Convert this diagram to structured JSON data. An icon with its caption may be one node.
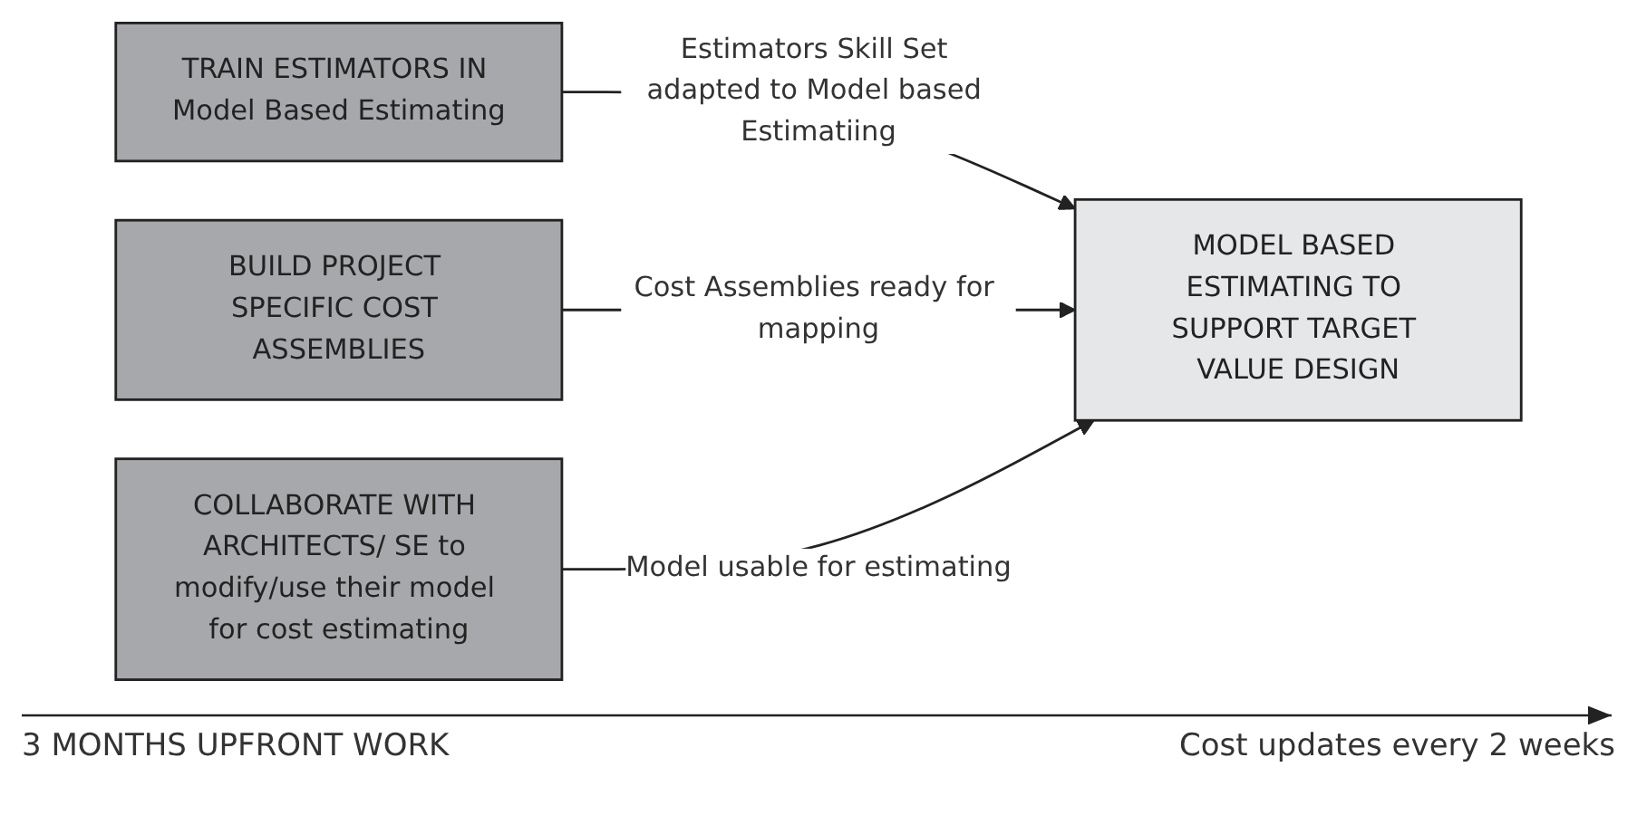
{
  "diagram": {
    "nodes": [
      {
        "text": [
          "TRAIN ESTIMATORS IN Model Based Estimating"
        ]
      },
      {
        "text": [
          "BUILD PROJECT SPECIFIC COST ASSEMBLIES"
        ]
      },
      {
        "text": [
          "COLLABORATE WITH ARCHITECTS/ SE to modify/use their model for cost estimating"
        ]
      },
      {
        "text": [
          "MODEL BASED ESTIMATING TO SUPPORT TARGET VALUE DESIGN"
        ]
      }
    ],
    "edges": [
      {
        "from": 0,
        "to": 3,
        "arrow": "to",
        "label": "Estimators Skill Set adapted to Model based Estimatiing"
      },
      {
        "from": 1,
        "to": 3,
        "arrow": "to",
        "label": "Cost Assemblies ready for mapping"
      },
      {
        "from": 2,
        "to": 3,
        "arrow": "to",
        "label": "Model usable for estimating"
      }
    ],
    "labels": [
      "3 MONTHS UPFRONT WORK",
      "Cost updates every 2 weeks"
    ]
  }
}
